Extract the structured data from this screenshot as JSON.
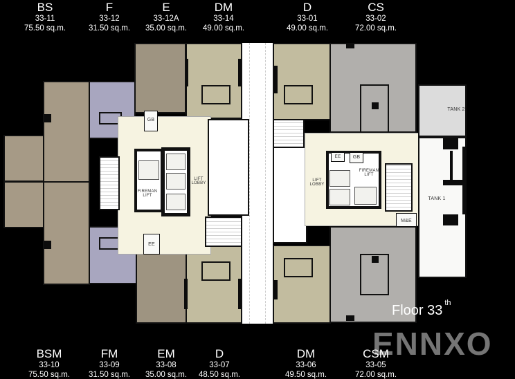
{
  "title": {
    "floor_label": "Floor 33",
    "floor_suffix": "th"
  },
  "watermark": "ENNXO",
  "top_units": [
    {
      "type": "BS",
      "number": "33-11",
      "area": "75.50 sq.m."
    },
    {
      "type": "F",
      "number": "33-12",
      "area": "31.50 sq.m."
    },
    {
      "type": "E",
      "number": "33-12A",
      "area": "35.00 sq.m."
    },
    {
      "type": "DM",
      "number": "33-14",
      "area": "49.00 sq.m."
    },
    {
      "type": "D",
      "number": "33-01",
      "area": "49.00 sq.m."
    },
    {
      "type": "CS",
      "number": "33-02",
      "area": "72.00 sq.m."
    }
  ],
  "bottom_units": [
    {
      "type": "BSM",
      "number": "33-10",
      "area": "75.50 sq.m."
    },
    {
      "type": "FM",
      "number": "33-09",
      "area": "31.50 sq.m."
    },
    {
      "type": "EM",
      "number": "33-08",
      "area": "35.00 sq.m."
    },
    {
      "type": "D",
      "number": "33-07",
      "area": "48.50 sq.m."
    },
    {
      "type": "DM",
      "number": "33-06",
      "area": "49.50 sq.m."
    },
    {
      "type": "CSM",
      "number": "33-05",
      "area": "72.00 sq.m."
    }
  ],
  "plan_labels": {
    "lift_lobby_left": "LIFT LOBBY",
    "lift_lobby_right": "LIFT LOBBY",
    "fireman_lift_left": "FIREMAN LIFT",
    "fireman_lift_right": "FIREMAN LIFT",
    "gb_left": "GB",
    "gb_right": "GB",
    "ee_left": "EE",
    "ee_right": "EE",
    "me": "M&E",
    "tank1": "TANK 1",
    "tank2": "TANK 2"
  },
  "colors": {
    "background": "#000000",
    "unit_tan": "#a69a86",
    "unit_olive": "#c2bc9f",
    "unit_lavender": "#a8a6bf",
    "unit_grey": "#b1afac",
    "lobby_cream": "#f6f3e1",
    "tank_white": "#f9f9f7"
  }
}
